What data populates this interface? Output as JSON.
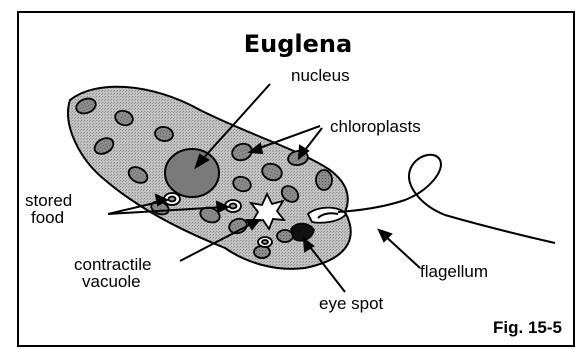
{
  "diagram": {
    "title": "Euglena",
    "figure_label": "Fig. 15-5",
    "labels": {
      "nucleus": "nucleus",
      "chloroplasts": "chloroplasts",
      "stored_food_line1": "stored",
      "stored_food_line2": "food",
      "contractile_vacuole_line1": "contractile",
      "contractile_vacuole_line2": "vacuole",
      "flagellum": "flagellum",
      "eye_spot": "eye spot"
    }
  }
}
